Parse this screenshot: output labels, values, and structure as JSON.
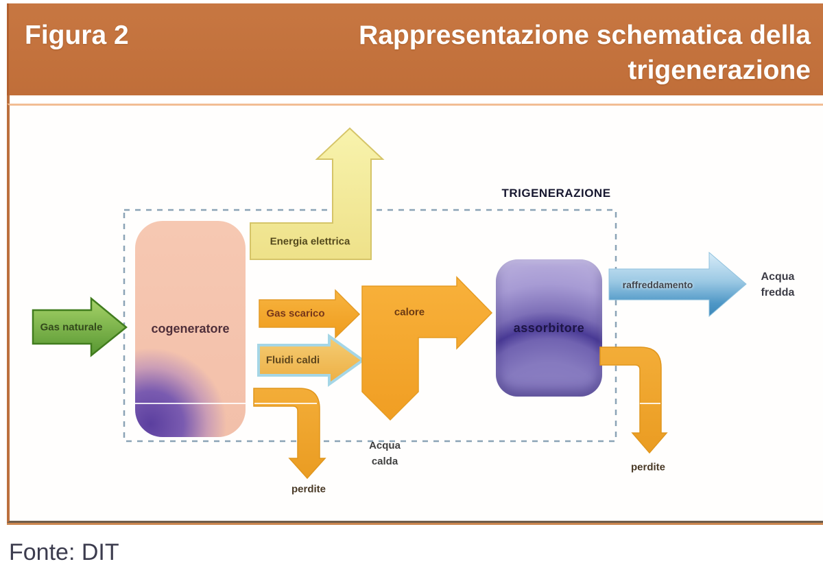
{
  "header": {
    "figure_label": "Figura 2",
    "title": "Rappresentazione schematica della trigenerazione"
  },
  "footer": {
    "source": "Fonte: DIT"
  },
  "diagram": {
    "boundary_label": "TRIGENERAZIONE",
    "nodes": {
      "cogenerator": "cogeneratore",
      "absorber": "assorbitore"
    },
    "flows": {
      "natural_gas": "Gas naturale",
      "electric_energy": "Energia elettrica",
      "exhaust_gas": "Gas scarico",
      "hot_fluids": "Fluidi caldi",
      "heat": "calore",
      "cooling": "raffreddamento",
      "hot_water": "Acqua\ncalda",
      "cold_water": "Acqua\nfredda",
      "losses_cogenerator": "perdite",
      "losses_absorber": "perdite"
    },
    "colors": {
      "header_bg": "#c3713c",
      "natural_gas_arrow": "#6fae3c",
      "electric_energy_arrow": "#f5efa3",
      "heat_arrows": "#f5a72f",
      "cooling_arrow": "#58a3cd",
      "cogenerator_box": "#f5c5af",
      "absorber_box": "#8276bb",
      "boundary_dash": "#8ba3b6"
    }
  }
}
